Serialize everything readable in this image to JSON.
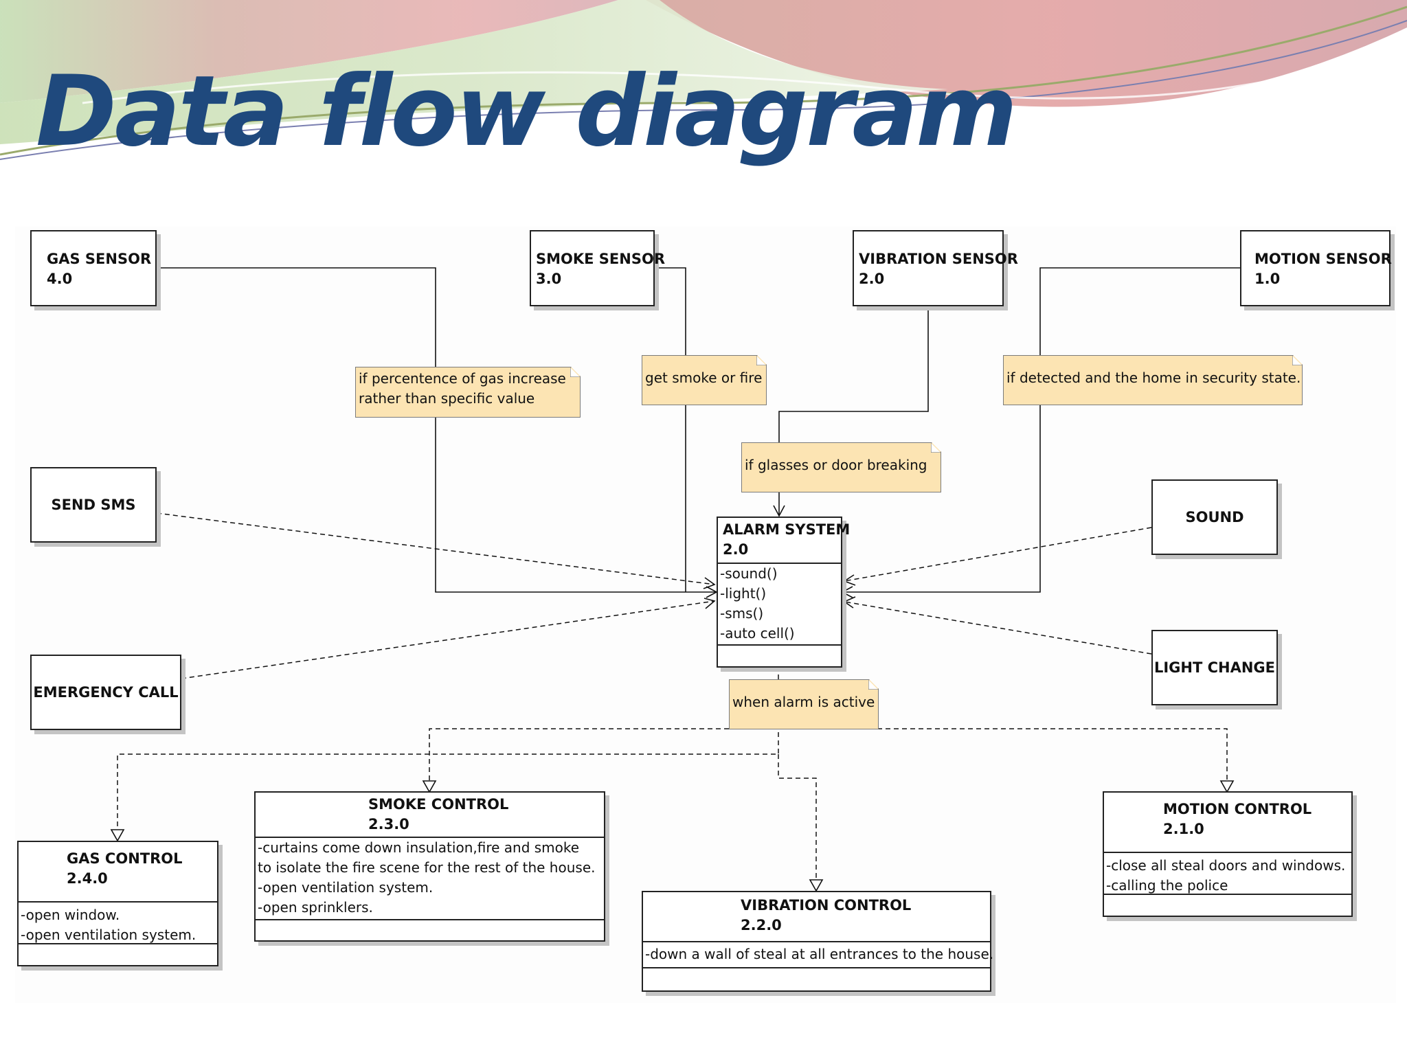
{
  "title": "Data flow diagram",
  "actors": {
    "gas_sensor": {
      "name": "GAS SENSOR",
      "num": "4.0"
    },
    "smoke_sensor": {
      "name": "SMOKE SENSOR",
      "num": "3.0"
    },
    "vibration_sensor": {
      "name": "VIBRATION SENSOR",
      "num": "2.0"
    },
    "motion_sensor": {
      "name": "MOTION SENSOR",
      "num": "1.0"
    },
    "send_sms": {
      "name": "SEND SMS"
    },
    "emergency_call": {
      "name": "EMERGENCY CALL"
    },
    "sound": {
      "name": "SOUND"
    },
    "light_change": {
      "name": "LIGHT CHANGE"
    }
  },
  "alarm_system": {
    "name": "ALARM SYSTEM",
    "num": "2.0",
    "ops": [
      "-sound()",
      "-light()",
      "-sms()",
      "-auto cell()"
    ]
  },
  "controls": {
    "gas": {
      "name": "GAS CONTROL",
      "num": "2.4.0",
      "ops": [
        "-open window.",
        "-open ventilation system."
      ]
    },
    "smoke": {
      "name": "SMOKE CONTROL",
      "num": "2.3.0",
      "ops": [
        "-curtains come down insulation,fire and smoke",
        "to isolate the fire scene for the rest of the house.",
        "-open ventilation system.",
        "-open sprinklers."
      ]
    },
    "vibration": {
      "name": "VIBRATION CONTROL",
      "num": "2.2.0",
      "ops": [
        "-down a wall of steal at all entrances to the house."
      ]
    },
    "motion": {
      "name": "MOTION CONTROL",
      "num": "2.1.0",
      "ops": [
        "-close all steal doors and windows.",
        "-calling the police"
      ]
    }
  },
  "notes": {
    "gas": [
      "if percentence of gas increase",
      "rather than specific value"
    ],
    "smoke": "get smoke or fire",
    "motion": "if detected and the home in security state.",
    "vibration": "if glasses or door breaking",
    "alarm": "when alarm is active"
  },
  "colors": {
    "title": "#1f497d",
    "note_fill": "#fce4b3",
    "line": "#111111",
    "shadow": "#c4c4c4"
  }
}
